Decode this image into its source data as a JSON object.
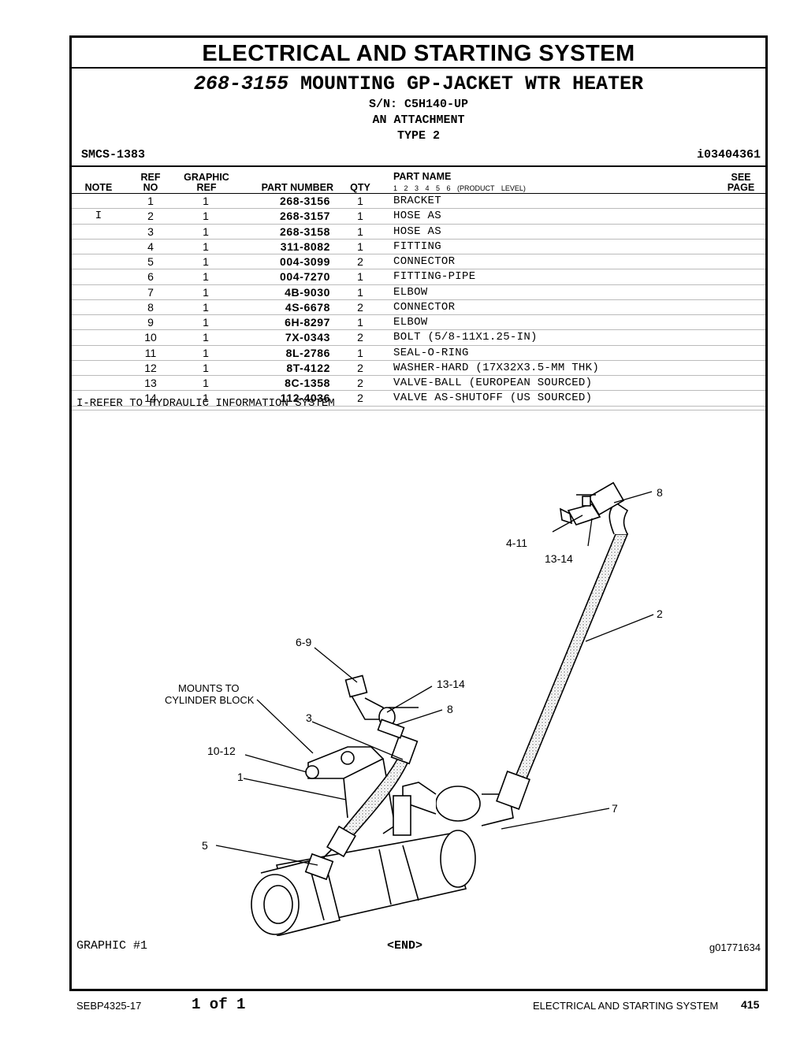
{
  "header": {
    "system_title": "ELECTRICAL AND STARTING SYSTEM",
    "group_number": "268-3155",
    "group_title": "MOUNTING GP-JACKET WTR HEATER",
    "serial": "S/N: C5H140-UP",
    "attachment": "AN ATTACHMENT",
    "type": "TYPE 2",
    "smcs": "SMCS-1383",
    "illustration_id": "i03404361"
  },
  "columns": {
    "note": "NOTE",
    "ref_top": "REF",
    "ref_bottom": "NO",
    "graphic_top": "GRAPHIC",
    "graphic_bottom": "REF",
    "part_number": "PART NUMBER",
    "qty": "QTY",
    "part_name": "PART NAME",
    "product_level": "1 2 3 4 5 6 (PRODUCT LEVEL)",
    "see_top": "SEE",
    "see_bottom": "PAGE"
  },
  "parts": [
    {
      "note": "",
      "ref": "1",
      "graphic": "1",
      "part_number": "268-3156",
      "qty": "1",
      "name": "BRACKET"
    },
    {
      "note": "I",
      "ref": "2",
      "graphic": "1",
      "part_number": "268-3157",
      "qty": "1",
      "name": "HOSE AS"
    },
    {
      "note": "",
      "ref": "3",
      "graphic": "1",
      "part_number": "268-3158",
      "qty": "1",
      "name": "HOSE AS"
    },
    {
      "note": "",
      "ref": "4",
      "graphic": "1",
      "part_number": "311-8082",
      "qty": "1",
      "name": "FITTING"
    },
    {
      "note": "",
      "ref": "5",
      "graphic": "1",
      "part_number": "004-3099",
      "qty": "2",
      "name": "CONNECTOR"
    },
    {
      "note": "",
      "ref": "6",
      "graphic": "1",
      "part_number": "004-7270",
      "qty": "1",
      "name": "FITTING-PIPE"
    },
    {
      "note": "",
      "ref": "7",
      "graphic": "1",
      "part_number": "4B-9030",
      "qty": "1",
      "name": "ELBOW"
    },
    {
      "note": "",
      "ref": "8",
      "graphic": "1",
      "part_number": "4S-6678",
      "qty": "2",
      "name": "CONNECTOR"
    },
    {
      "note": "",
      "ref": "9",
      "graphic": "1",
      "part_number": "6H-8297",
      "qty": "1",
      "name": "ELBOW"
    },
    {
      "note": "",
      "ref": "10",
      "graphic": "1",
      "part_number": "7X-0343",
      "qty": "2",
      "name": "BOLT (5/8-11X1.25-IN)"
    },
    {
      "note": "",
      "ref": "11",
      "graphic": "1",
      "part_number": "8L-2786",
      "qty": "1",
      "name": "SEAL-O-RING"
    },
    {
      "note": "",
      "ref": "12",
      "graphic": "1",
      "part_number": "8T-4122",
      "qty": "2",
      "name": "WASHER-HARD (17X32X3.5-MM THK)"
    },
    {
      "note": "",
      "ref": "13",
      "graphic": "1",
      "part_number": "8C-1358",
      "qty": "2",
      "name": "VALVE-BALL (EUROPEAN SOURCED)"
    },
    {
      "note": "",
      "ref": "14",
      "graphic": "1",
      "part_number": "112-4036",
      "qty": "2",
      "name": "VALVE AS-SHUTOFF (US SOURCED)"
    }
  ],
  "footnote": "I-REFER TO HYDRAULIC INFORMATION SYSTEM",
  "diagram_labels": {
    "l8_top": "8",
    "l4_11": "4-11",
    "l13_14_top": "13-14",
    "l2": "2",
    "l6_9": "6-9",
    "l13_14_mid": "13-14",
    "l8_mid": "8",
    "mounts_line1": "MOUNTS TO",
    "mounts_line2": "CYLINDER BLOCK",
    "l3": "3",
    "l10_12": "10-12",
    "l1": "1",
    "l7": "7",
    "l5": "5"
  },
  "bottom": {
    "graphic": "GRAPHIC #1",
    "end": "<END>",
    "graphic_id": "g01771634"
  },
  "footer": {
    "doc": "SEBP4325-17",
    "page_of": "1 of 1",
    "section": "ELECTRICAL AND STARTING SYSTEM",
    "page": "415"
  }
}
